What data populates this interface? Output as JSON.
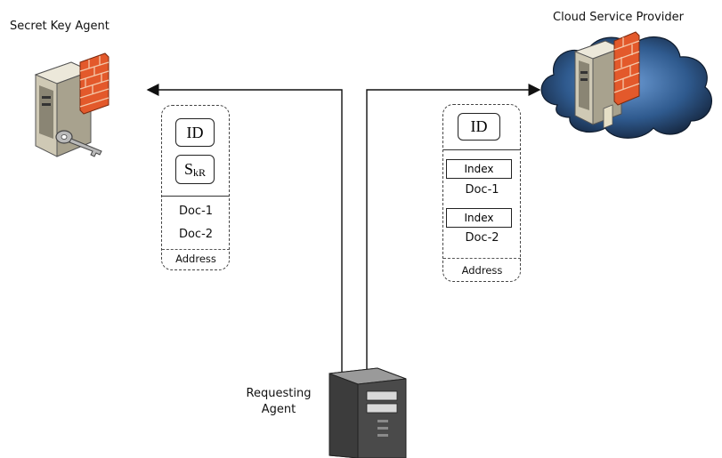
{
  "labels": {
    "secret_key_agent": "Secret Key Agent",
    "cloud_service_provider": "Cloud Service Provider",
    "requesting_agent_line1": "Requesting",
    "requesting_agent_line2": "Agent"
  },
  "left_panel": {
    "id": "ID",
    "key_base": "S",
    "key_sub": "kR",
    "docs": [
      "Doc-1",
      "Doc-2"
    ],
    "address": "Address"
  },
  "right_panel": {
    "id": "ID",
    "entries": [
      {
        "index": "Index",
        "doc": "Doc-1"
      },
      {
        "index": "Index",
        "doc": "Doc-2"
      }
    ],
    "address": "Address"
  },
  "colors": {
    "firewall_brick": "#e3592b",
    "server_body": "#d9d4c2",
    "cloud_dark": "#1f3a5c",
    "cloud_light": "#5f8fc8",
    "arrow": "#111111"
  },
  "icons": {
    "secret_key_agent": "server-with-firewall-and-key",
    "cloud_service_provider": "cloud-server-with-firewall",
    "requesting_agent": "tower-server"
  }
}
